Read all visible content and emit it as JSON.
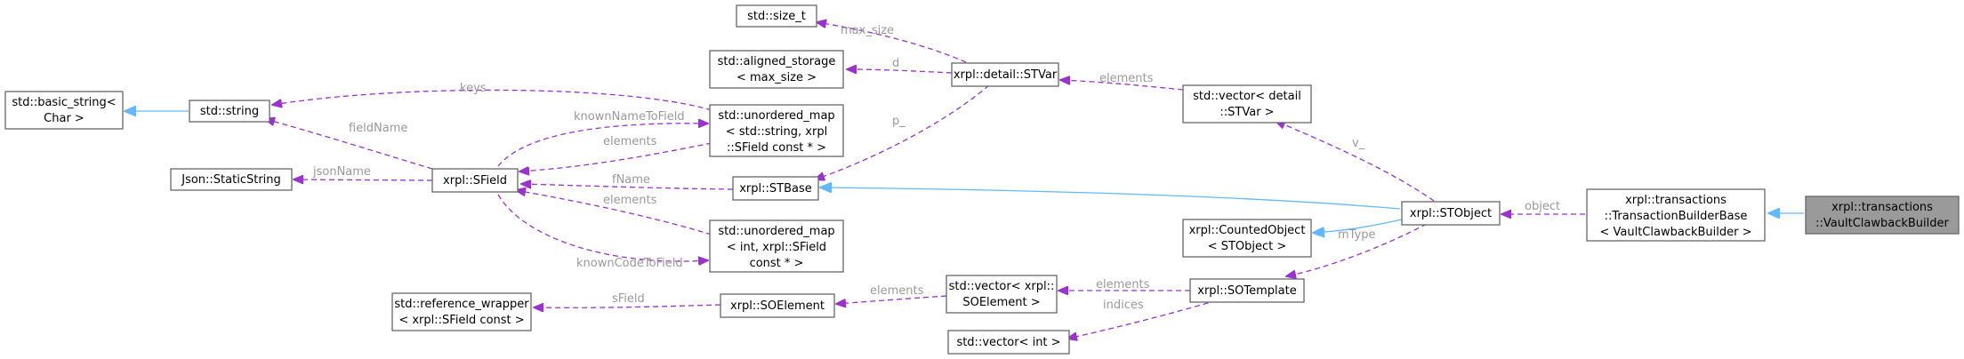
{
  "nodes": {
    "basic_string": [
      "std::basic_string<",
      "Char >"
    ],
    "string": [
      "std::string"
    ],
    "json_static": [
      "Json::StaticString"
    ],
    "refwrap": [
      "std::reference_wrapper",
      "< xrpl::SField const >"
    ],
    "sfield": [
      "xrpl::SField"
    ],
    "size_t": [
      "std::size_t"
    ],
    "aligned": [
      "std::aligned_storage",
      "< max_size >"
    ],
    "umap_str": [
      "std::unordered_map",
      "< std::string, xrpl",
      "::SField const * >"
    ],
    "stbase": [
      "xrpl::STBase"
    ],
    "umap_int": [
      "std::unordered_map",
      "< int, xrpl::SField",
      "const * >"
    ],
    "soelement": [
      "xrpl::SOElement"
    ],
    "stvar": [
      "xrpl::detail::STVar"
    ],
    "vec_stvar": [
      "std::vector< detail",
      "::STVar >"
    ],
    "counted": [
      "xrpl::CountedObject",
      "< STObject >"
    ],
    "vec_soel": [
      "std::vector< xrpl::",
      "SOElement >"
    ],
    "vec_int": [
      "std::vector< int >"
    ],
    "sotemplate": [
      "xrpl::SOTemplate"
    ],
    "stobject": [
      "xrpl::STObject"
    ],
    "txbuilder": [
      "xrpl::transactions",
      "::TransactionBuilderBase",
      "< VaultClawbackBuilder >"
    ],
    "vaultclaw": [
      "xrpl::transactions",
      "::VaultClawbackBuilder"
    ]
  },
  "edges": {
    "string_basic": "",
    "keys": "keys",
    "fieldName": "fieldName",
    "knownNameToField": "knownNameToField",
    "elements_umap_str": "elements",
    "jsonName": "jsonName",
    "fName": "fName",
    "elements_umap_int": "elements",
    "knownCodeToField": "knownCodeToField",
    "sField": "sField",
    "max_size": "max_size",
    "d": "d",
    "p_": "p_",
    "elements_vec_stvar": "elements",
    "elements_vec_soel": "elements",
    "indices": "indices",
    "v_": "v_",
    "mType": "mType",
    "object": "object"
  }
}
